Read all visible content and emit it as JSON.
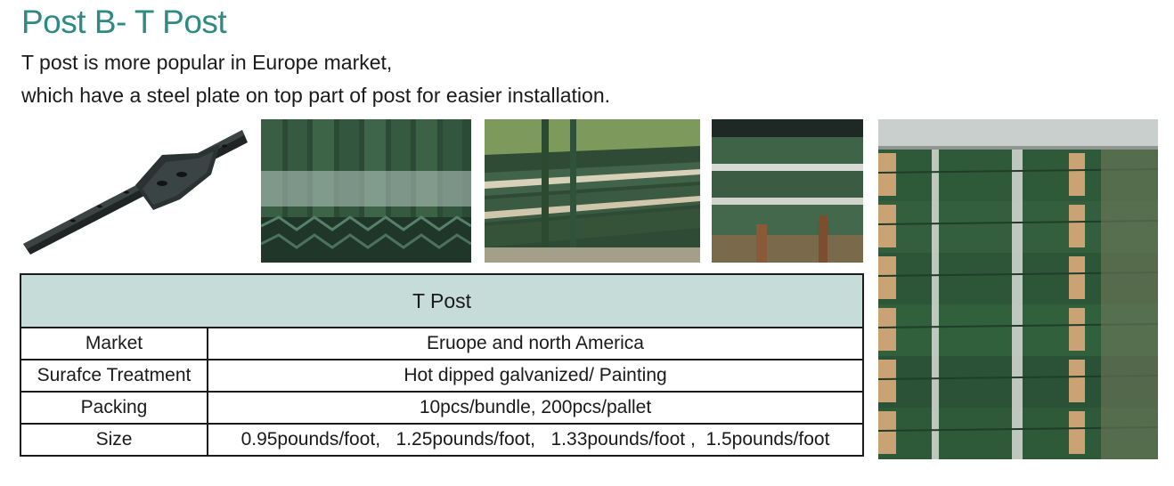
{
  "header": {
    "title": "Post B- T Post",
    "description_line1": "T post is more popular in Europe market,",
    "description_line2": "which have a steel plate on top part of post for easier installation."
  },
  "table": {
    "title": "T Post",
    "rows": [
      {
        "label": "Market",
        "value": "Eruope and north America"
      },
      {
        "label": "Surafce Treatment",
        "value": "Hot dipped galvanized/ Painting"
      },
      {
        "label": "Packing",
        "value": "10pcs/bundle, 200pcs/pallet"
      },
      {
        "label": "Size",
        "value": "0.95pounds/foot,   1.25pounds/foot,   1.33pounds/foot ,  1.5pounds/foot"
      }
    ]
  },
  "colors": {
    "title_teal": "#2e8a83",
    "table_header_bg": "#c6dcd8",
    "post_green": "#2f5a3a"
  }
}
